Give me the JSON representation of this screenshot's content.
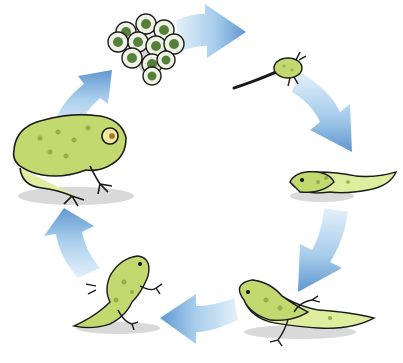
{
  "colors": {
    "background": "#ffffff",
    "arrow_light": "#dcecf8",
    "arrow_mid": "#9ec6e8",
    "arrow_dark": "#5b95cf",
    "body_green": "#c2d970",
    "body_light": "#dfee9e",
    "spots": "#8fb04c",
    "egg_fill": "#eef3e6",
    "egg_core": "#567f3a",
    "outline": "#1a1a1a",
    "shadow": "#d9d9d9"
  },
  "stages": [
    {
      "key": "eggs",
      "icon": "frog-eggs-icon"
    },
    {
      "key": "hatchling",
      "icon": "hatchling-tadpole-icon"
    },
    {
      "key": "tadpole",
      "icon": "tadpole-icon"
    },
    {
      "key": "tadpole-with-legs",
      "icon": "tadpole-with-legs-icon"
    },
    {
      "key": "froglet",
      "icon": "froglet-icon"
    },
    {
      "key": "adult-frog",
      "icon": "adult-frog-icon"
    }
  ]
}
